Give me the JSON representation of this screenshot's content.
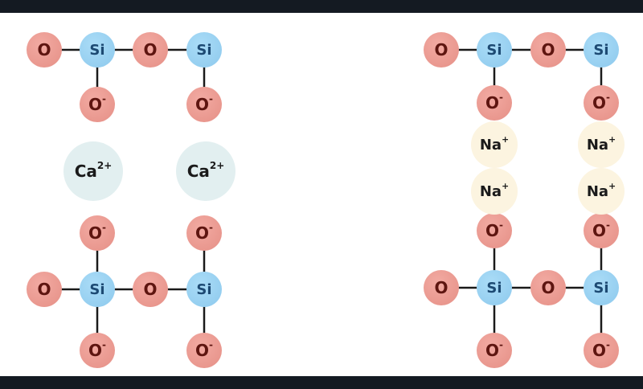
{
  "colors": {
    "oxygen": "#e8958c",
    "oxygen_text": "#5e1510",
    "silicon": "#93cdef",
    "silicon_text": "#1d4a73",
    "calcium": "#e2eff0",
    "sodium": "#fcf4e0",
    "ion_text": "#1a1a1a",
    "bond": "#1a1a1a",
    "frame": "#141a22"
  },
  "atoms": {
    "oxygen": {
      "symbol": "O"
    },
    "oxide": {
      "symbol": "O",
      "charge": "-"
    },
    "silicon": {
      "symbol": "Si"
    },
    "calcium": {
      "symbol": "Ca",
      "charge": "2+"
    },
    "sodium": {
      "symbol": "Na",
      "charge": "+"
    }
  },
  "diagrams": [
    {
      "name": "calcium-silicate",
      "cations": [
        "calcium",
        "calcium"
      ]
    },
    {
      "name": "sodium-silicate",
      "cations": [
        "sodium",
        "sodium",
        "sodium",
        "sodium"
      ]
    }
  ]
}
